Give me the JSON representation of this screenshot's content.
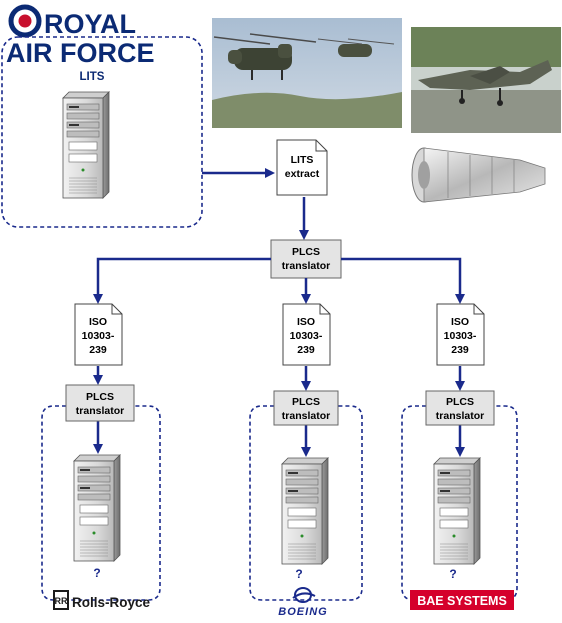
{
  "logo_raf": {
    "line1": "ROYAL",
    "line2": "AIR FORCE"
  },
  "lits_label": "LITS",
  "extract_doc": {
    "line1": "LITS",
    "line2": "extract"
  },
  "translator_main": {
    "line1": "PLCS",
    "line2": "translator"
  },
  "iso_doc": {
    "line1": "ISO",
    "line2": "10303-",
    "line3": "239"
  },
  "translator_sub": {
    "line1": "PLCS",
    "line2": "translator"
  },
  "unknown_mark": "?",
  "partners": {
    "rolls_royce": "Rolls-Royce",
    "boeing": "BOEING",
    "bae": "BAE SYSTEMS"
  },
  "colors": {
    "arrow": "#1a2a8c",
    "dashed": "#1a2a8c",
    "box_fill": "#e4e4e4",
    "raf_red": "#c8102e",
    "raf_blue": "#0b2a74",
    "bae_red": "#d5002b"
  }
}
